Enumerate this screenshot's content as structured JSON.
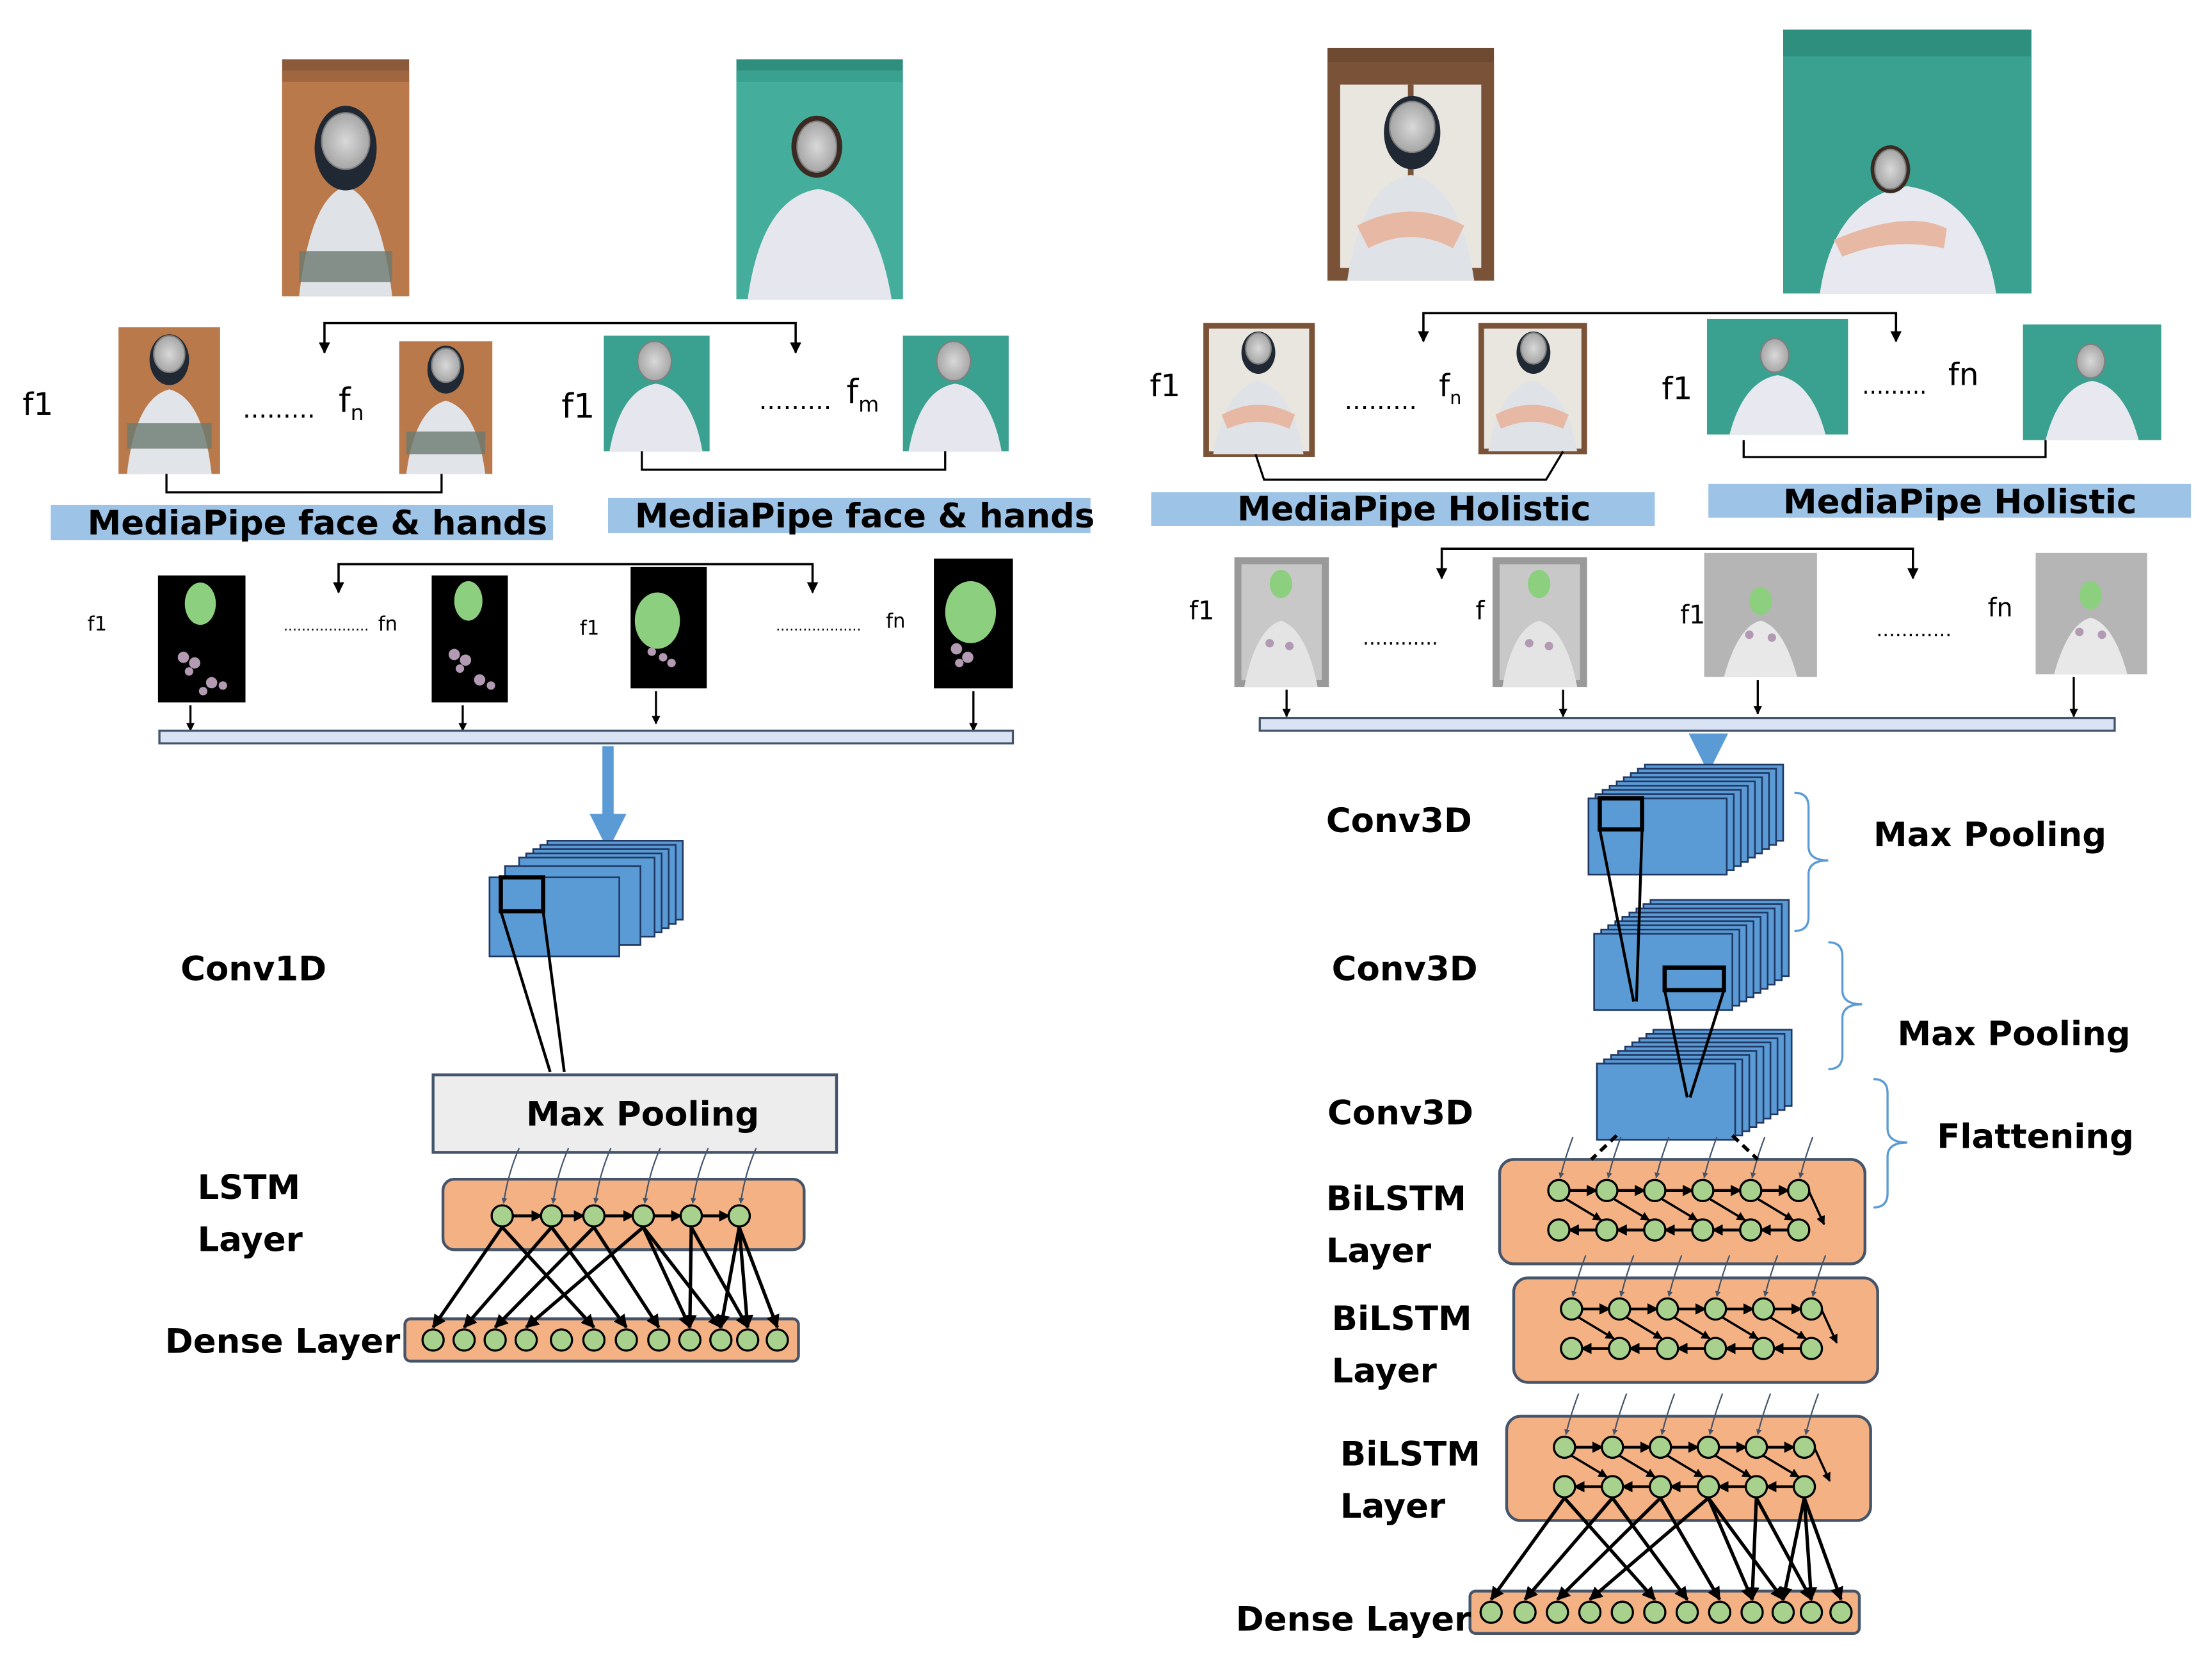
{
  "left": {
    "frame_labels": {
      "start": "f1",
      "end": "f",
      "end_sub": "n",
      "dots": "........."
    },
    "frame_labels_2": {
      "start": "f1",
      "end": "f",
      "end_sub": "m",
      "dots": "........."
    },
    "mediapipe_1": "MediaPipe face & hands",
    "mediapipe_2": "MediaPipe face & hands",
    "kp_labels": {
      "a": "f1",
      "b": "fn",
      "c": "f1",
      "d": "fn",
      "dots": "..................."
    },
    "conv": "Conv1D",
    "maxpool": "Max Pooling",
    "lstm_line1": "LSTM",
    "lstm_line2": "Layer",
    "dense": "Dense Layer"
  },
  "right": {
    "frame_labels": {
      "start": "f1",
      "end": "f",
      "end_sub": "n",
      "dots": "........."
    },
    "frame_labels_2": {
      "start": "f1",
      "end": "fn",
      "dots": "........."
    },
    "mediapipe_1": "MediaPipe Holistic",
    "mediapipe_2": "MediaPipe Holistic",
    "kp_labels": {
      "a": "f1",
      "b": "f",
      "c": "f1",
      "d": "fn",
      "dots": "............"
    },
    "conv_1": "Conv3D",
    "conv_2": "Conv3D",
    "conv_3": "Conv3D",
    "maxpool_1": "Max Pooling",
    "maxpool_2": "Max Pooling",
    "flatten": "Flattening",
    "bilstm_line1": "BiLSTM",
    "bilstm_line2": "Layer",
    "dense": "Dense Layer"
  },
  "colors": {
    "band": "#9dc3e6",
    "conv_block": "#5b9bd5",
    "layer_fill": "#f4b183",
    "node": "#a9d18e",
    "bus": "#dae3f3",
    "arrow_blue": "#5b9bd5",
    "maxpool_box": "#ededed"
  }
}
